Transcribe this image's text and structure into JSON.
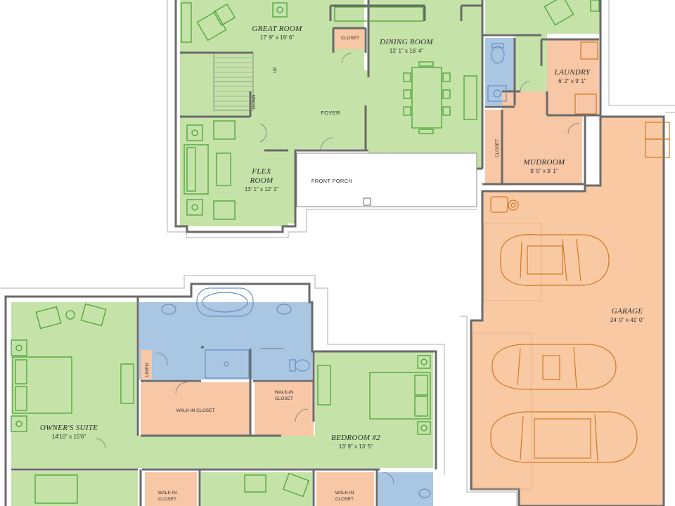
{
  "colors": {
    "living": "#c5e3a8",
    "wet": "#a9c6e3",
    "storage": "#f7c7a6",
    "garage": "#f9c9a3",
    "porch": "#ffffff",
    "wall": "#6a6a6a"
  },
  "rooms": {
    "great_room": {
      "name": "GREAT ROOM",
      "dims": "17' 9\" x 19' 6\""
    },
    "dining_room": {
      "name": "DINING ROOM",
      "dims": "13' 1\" x 16' 4\""
    },
    "flex_room": {
      "name_line1": "FLEX",
      "name_line2": "ROOM",
      "dims": "13' 1\" x 12' 1\""
    },
    "laundry": {
      "name": "LAUNDRY",
      "dims": "6' 2\" x 9' 1\""
    },
    "mudroom": {
      "name": "MUDROOM",
      "dims": "9' 5\" x 9' 1\""
    },
    "garage": {
      "name": "GARAGE",
      "dims": "24' 0\" x 41' 0\""
    },
    "owners_suite": {
      "name": "OWNER'S SUITE",
      "dims": "14'10\" x 15'6\""
    },
    "bedroom2": {
      "name": "BEDROOM #2",
      "dims": "13' 9\" x 13' 5\""
    }
  },
  "labels": {
    "foyer": "FOYER",
    "front_porch": "FRONT PORCH",
    "closet": "CLOSET",
    "closet_vertical": "CLOSET",
    "linen": "LINEN",
    "walk_in_closet_wide": "WALK-IN CLOSET",
    "walk_in_line1": "WALK-IN",
    "walk_in_line2": "CLOSET",
    "stairs_up": "UP",
    "stairs_down": "DOWN"
  }
}
